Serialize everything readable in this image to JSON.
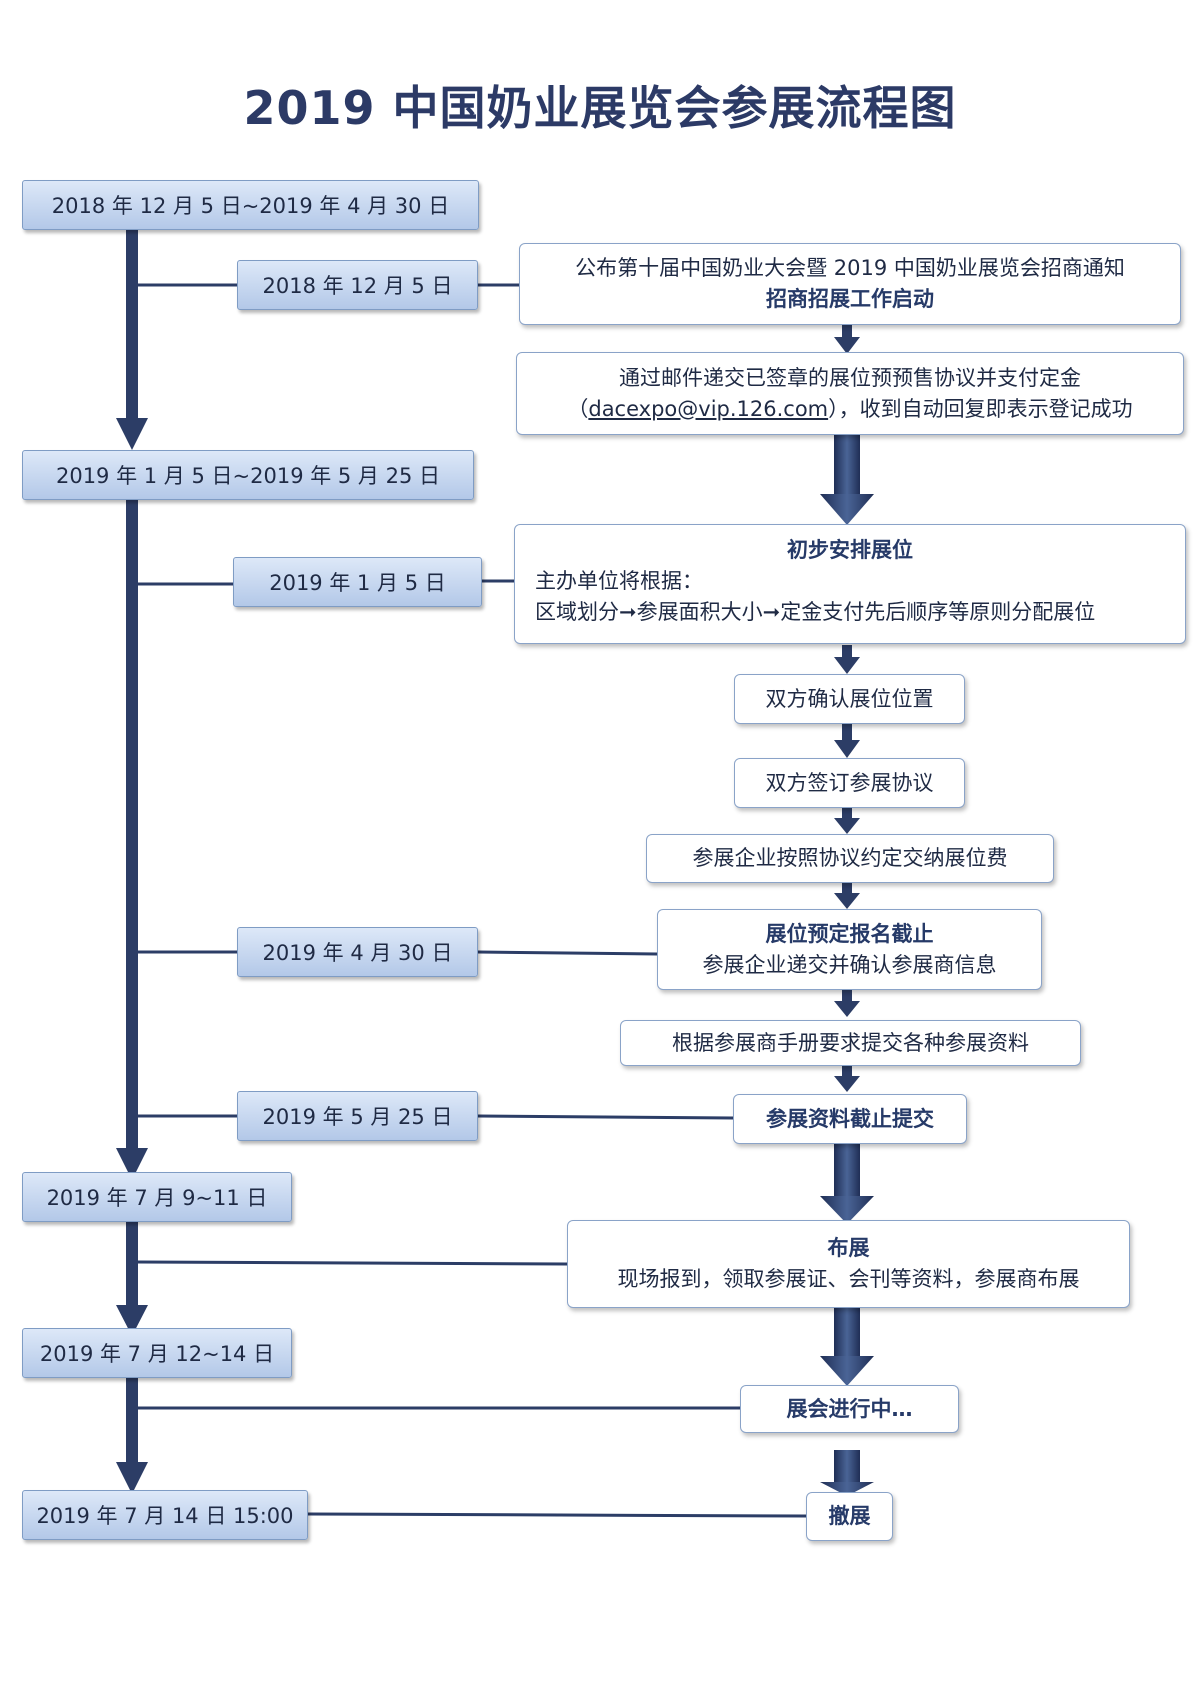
{
  "title": "2019 中国奶业展览会参展流程图",
  "dates": {
    "period1": "2018 年 12 月 5 日~2019 年 4 月 30 日",
    "d1": "2018 年 12 月 5 日",
    "period2": "2019 年 1 月 5 日~2019 年 5 月 25 日",
    "d2": "2019 年 1 月 5 日",
    "d3": "2019 年 4 月 30 日",
    "d4": "2019 年 5 月 25 日",
    "period3": "2019 年 7 月 9~11 日",
    "period4": "2019 年 7 月 12~14 日",
    "period5": "2019 年 7 月 14 日 15:00"
  },
  "steps": {
    "notice_line1": "公布第十届中国奶业大会暨 2019 中国奶业展览会招商通知",
    "notice_line2": "招商招展工作启动",
    "email_line1": "通过邮件递交已签章的展位预预售协议并支付定金",
    "email_open": "（",
    "email_address": "dacexpo@vip.126.com",
    "email_rest": "），收到自动回复即表示登记成功",
    "arrange_title": "初步安排展位",
    "arrange_line1": "主办单位将根据：",
    "arrange_line2": "区域划分➞参展面积大小➞定金支付先后顺序等原则分配展位",
    "confirm": "双方确认展位位置",
    "sign": "双方签订参展协议",
    "pay": "参展企业按照协议约定交纳展位费",
    "deadline_title": "展位预定报名截止",
    "deadline_line": "参展企业递交并确认参展商信息",
    "materials": "根据参展商手册要求提交各种参展资料",
    "materials_deadline": "参展资料截止提交",
    "setup_title": "布展",
    "setup_line": "现场报到，领取参展证、会刊等资料，参展商布展",
    "ongoing": "展会进行中…",
    "dismantle": "撤展"
  },
  "colors": {
    "line": "#2c3d66",
    "title": "#2c3a66",
    "box_border": "#8aa3c8",
    "date_fill": "#c6d6ef"
  }
}
